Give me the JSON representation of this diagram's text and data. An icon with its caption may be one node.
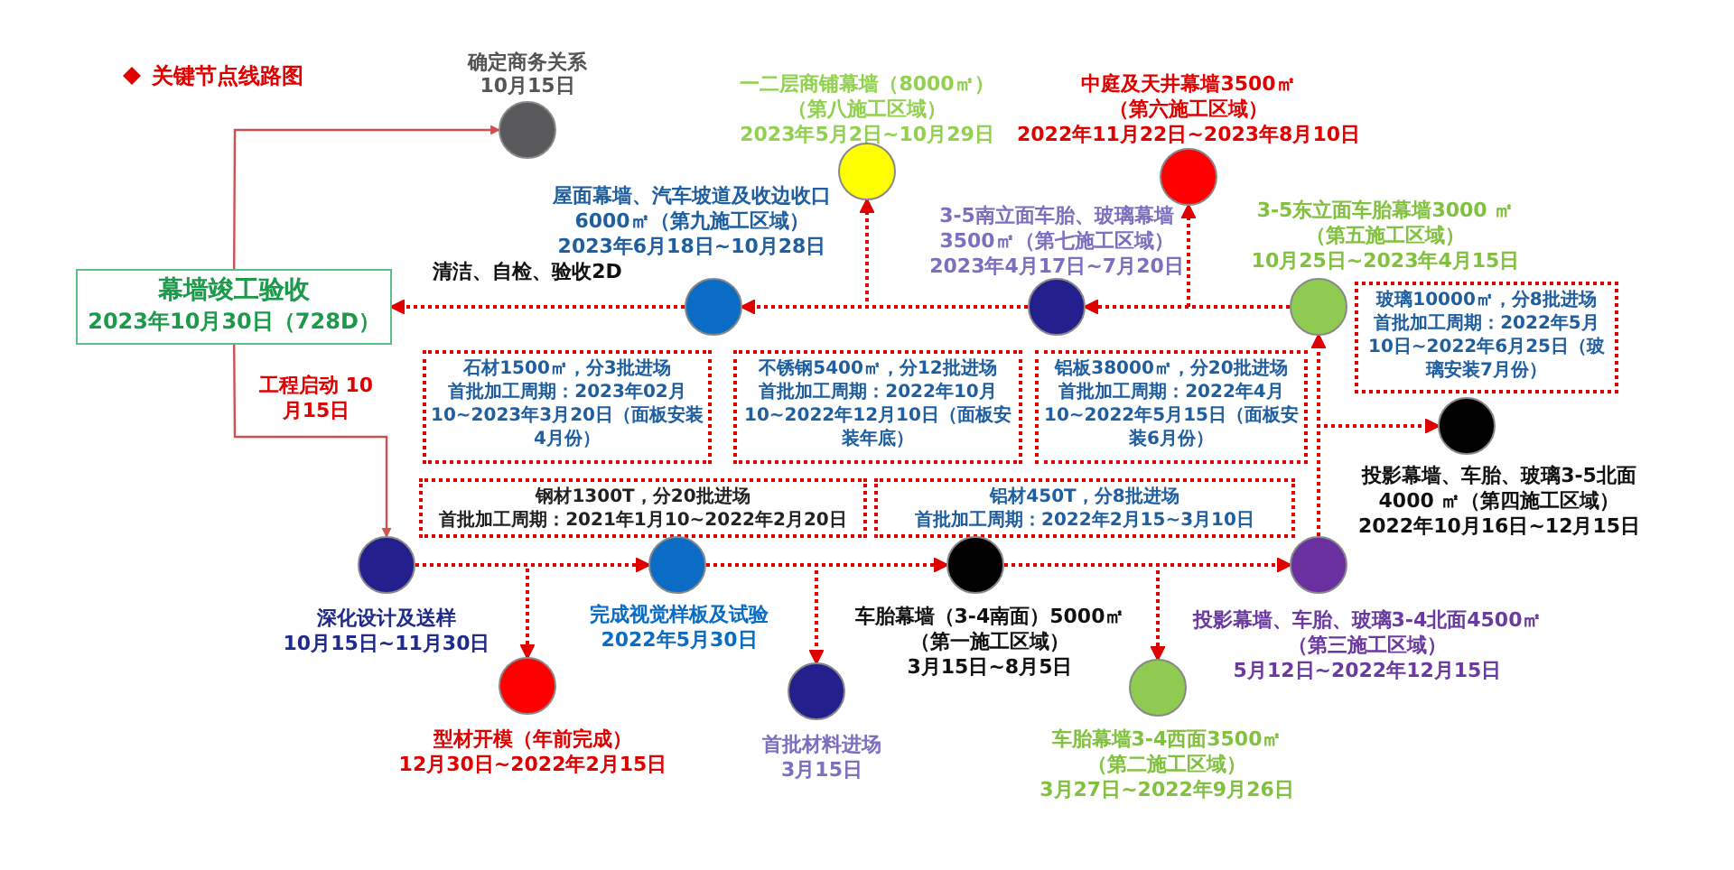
{
  "diagram": {
    "title": "关键节点线路图",
    "nodes": [
      {
        "text": [],
        "shape": "circle",
        "beside": [
          "确定商务关系",
          "10月15日"
        ]
      },
      {
        "text": [],
        "shape": "circle",
        "beside": [
          "一二层商铺幕墙（8000㎡）",
          "（第八施工区域）",
          "2023年5月2日~10月29日"
        ]
      },
      {
        "text": [],
        "shape": "circle",
        "beside": [
          "中庭及天井幕墙3500㎡",
          "（第六施工区域）",
          "2022年11月22日~2023年8月10日"
        ]
      },
      {
        "text": [
          "幕墙竣工验收",
          "2023年10月30日（728D）"
        ]
      },
      {
        "text": [],
        "shape": "circle",
        "beside": [
          "屋面幕墙、汽车坡道及收边收口",
          "6000㎡（第九施工区域）",
          "2023年6月18日~10月28日",
          "清洁、自检、验收2D"
        ]
      },
      {
        "text": [],
        "shape": "circle",
        "beside": [
          "3-5南立面车胎、玻璃幕墙",
          "3500㎡（第七施工区域）",
          "2023年4月17日~7月20日"
        ]
      },
      {
        "text": [],
        "shape": "circle",
        "beside": [
          "3-5东立面车胎幕墙3000 ㎡",
          "（第五施工区域）",
          "10月25日~2023年4月15日"
        ]
      },
      {
        "text": [
          "玻璃10000㎡，分8批进场",
          "首批加工周期：2022年5月10日~2022年6月25日（玻璃安装7月份）"
        ]
      },
      {
        "text": [
          "石材1500㎡，分3批进场",
          "首批加工周期：2023年02月10~2023年3月20日（面板安装4月份）"
        ]
      },
      {
        "text": [
          "不锈钢5400㎡，分12批进场",
          "首批加工周期：2022年10月10~2022年12月10日（面板安装年底）"
        ]
      },
      {
        "text": [
          "铝板38000㎡，分20批进场",
          "首批加工周期：2022年4月10~2022年5月15日（面板安装6月份）"
        ]
      },
      {
        "text": [],
        "shape": "circle",
        "beside": [
          "投影幕墙、车胎、玻璃3-5北面",
          "4000 ㎡（第四施工区域）",
          "2022年10月16日~12月15日"
        ]
      },
      {
        "text": [
          "钢材1300T，分20批进场",
          "首批加工周期：2021年1月10~2022年2月20日"
        ]
      },
      {
        "text": [
          "铝材450T，分8批进场",
          "首批加工周期：2022年2月15~3月10日"
        ]
      },
      {
        "text": [],
        "shape": "circle",
        "beside": [
          "深化设计及送样",
          "10月15日~11月30日"
        ]
      },
      {
        "text": [],
        "shape": "circle",
        "beside": [
          "完成视觉样板及试验",
          "2022年5月30日"
        ]
      },
      {
        "text": [],
        "shape": "circle",
        "beside": [
          "车胎幕墙（3-4南面）5000㎡",
          "（第一施工区域）",
          "3月15日~8月5日"
        ]
      },
      {
        "text": [],
        "shape": "circle",
        "beside": [
          "投影幕墙、车胎、玻璃3-4北面4500㎡",
          "（第三施工区域）",
          "5月12日~2022年12月15日"
        ]
      },
      {
        "text": [],
        "shape": "circle",
        "beside": [
          "型材开模（年前完成）",
          "12月30日~2022年2月15日"
        ]
      },
      {
        "text": [],
        "shape": "circle",
        "beside": [
          "首批材料进场",
          "3月15日"
        ]
      },
      {
        "text": [],
        "shape": "circle",
        "beside": [
          "车胎幕墙3-4西面3500㎡",
          "（第二施工区域）",
          "3月27日~2022年9月26日"
        ]
      }
    ],
    "edges": [
      {
        "from": 3,
        "to": 0,
        "arrow": "to",
        "color": "#d05050"
      },
      {
        "from": 3,
        "to": 14,
        "arrow": "to",
        "color": "#d05050",
        "label": "工程启动 10月15日"
      },
      {
        "from": 4,
        "to": 3,
        "arrow": "to",
        "style": "dashed"
      },
      {
        "from": 5,
        "to": 4,
        "arrow": "to",
        "style": "dashed"
      },
      {
        "from": 5,
        "to": 1,
        "arrow": "to",
        "style": "dashed"
      },
      {
        "from": 6,
        "to": 5,
        "arrow": "to",
        "style": "dashed"
      },
      {
        "from": 6,
        "to": 2,
        "arrow": "to",
        "style": "dashed"
      },
      {
        "from": 17,
        "to": 6,
        "arrow": "to",
        "style": "dashed"
      },
      {
        "from": 17,
        "to": 11,
        "arrow": "to",
        "style": "dashed"
      },
      {
        "from": 14,
        "to": 15,
        "arrow": "to",
        "style": "dashed"
      },
      {
        "from": 14,
        "to": 18,
        "arrow": "to",
        "style": "dashed"
      },
      {
        "from": 15,
        "to": 16,
        "arrow": "to",
        "style": "dashed"
      },
      {
        "from": 15,
        "to": 19,
        "arrow": "to",
        "style": "dashed"
      },
      {
        "from": 16,
        "to": 17,
        "arrow": "to",
        "style": "dashed"
      },
      {
        "from": 16,
        "to": 20,
        "arrow": "to",
        "style": "dashed"
      }
    ]
  }
}
